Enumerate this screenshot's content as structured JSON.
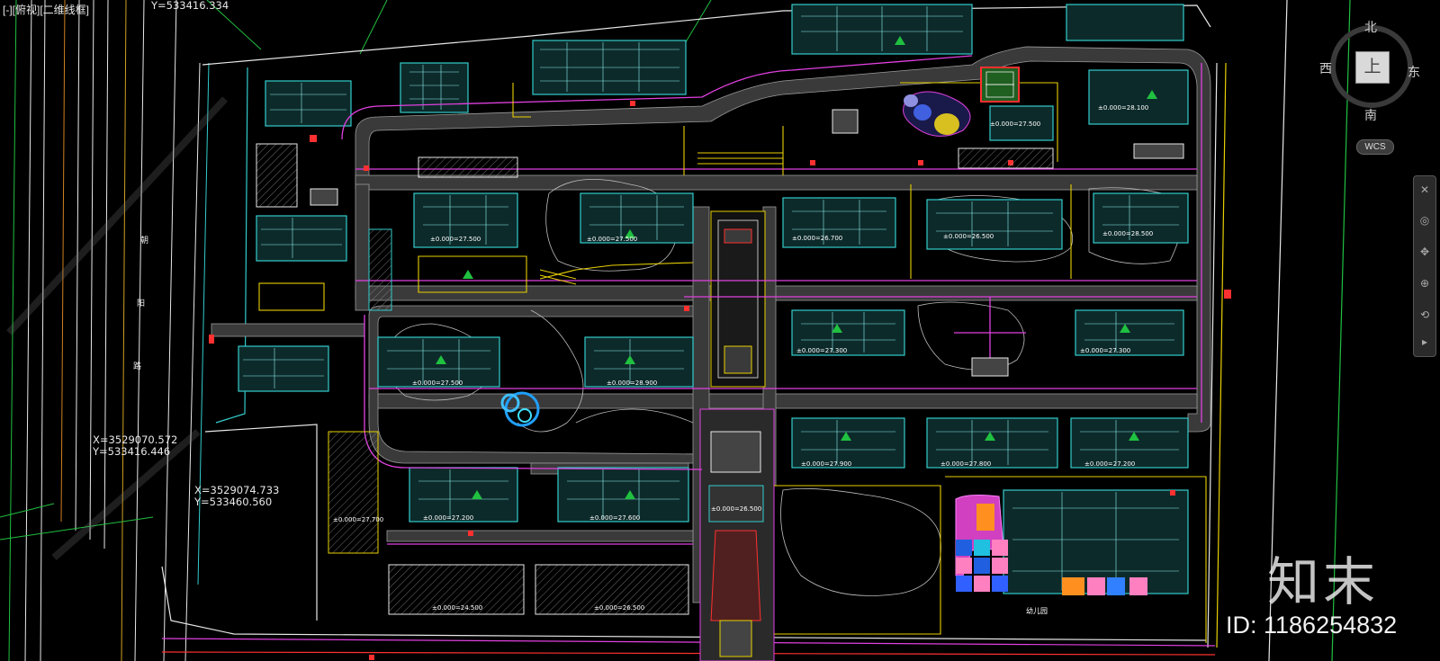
{
  "viewport": {
    "label_open": "[-]",
    "view": "[俯视]",
    "style": "[二维线框]"
  },
  "coordinates": [
    {
      "name": "top-coord",
      "y": "Y=533416.334"
    },
    {
      "name": "left-coord",
      "x": "X=3529070.572",
      "y": "Y=533416.446"
    },
    {
      "name": "mid-coord",
      "x": "X=3529074.733",
      "y": "Y=533460.560"
    }
  ],
  "viewcube": {
    "north": "北",
    "south": "南",
    "east": "东",
    "west": "西",
    "face": "上",
    "wcs": "WCS"
  },
  "plan_labels": {
    "road_chars": [
      "朝",
      "阳",
      "路"
    ],
    "elev_1": "±0.000=27.500",
    "elev_2": "±0.000=27.500",
    "elev_3": "±0.000=26.700",
    "elev_4": "±0.000=26.500",
    "elev_5": "±0.000=28.500",
    "elev_6": "±0.000=27.300",
    "elev_7": "±0.000=27.300",
    "elev_8": "±0.000=27.500",
    "elev_9": "±0.000=28.900",
    "elev_10": "±0.000=27.900",
    "elev_11": "±0.000=27.800",
    "elev_12": "±0.000=27.200",
    "elev_13": "±0.000=28.100",
    "elev_14": "±0.000=27.200",
    "elev_15": "±0.000=27.600",
    "elev_16": "±0.000=26.500",
    "elev_17": "±0.000=27.700",
    "elev_18": "±0.000=27.500",
    "elev_19": "±0.000=26.500",
    "kindergarten": "幼儿园",
    "base_elev": "±0.000=24.500"
  },
  "colors": {
    "background": "#000000",
    "road_fill": "#3a3a3a",
    "cyan": "#33cccc",
    "magenta": "#e040e0",
    "yellow": "#e8d000",
    "red": "#ff3030",
    "green": "#20c040",
    "white": "#f0f0f0",
    "orange": "#ff9020"
  },
  "watermark": {
    "brand": "知末",
    "id": "ID: 1186254832"
  }
}
